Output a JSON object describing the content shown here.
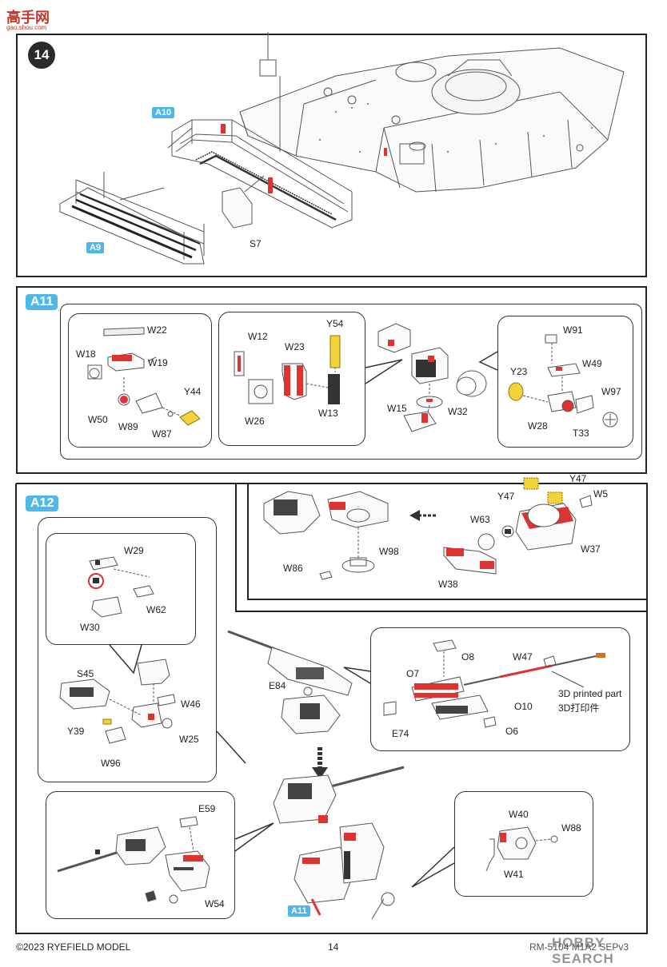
{
  "header": {
    "logo_text": "高手网",
    "logo_sub": "gao.shou.com"
  },
  "step14": {
    "number": "14",
    "labels": {
      "a10": "A10",
      "a9": "A9",
      "s7": "S7"
    }
  },
  "a11": {
    "title": "A11",
    "box1": {
      "w22": "W22",
      "w18": "W18",
      "w19": "W19",
      "y44": "Y44",
      "w50": "W50",
      "w89": "W89",
      "w87": "W87"
    },
    "box2": {
      "w12": "W12",
      "w23": "W23",
      "y54": "Y54",
      "w26": "W26",
      "w13": "W13"
    },
    "mid": {
      "w15": "W15",
      "w32": "W32"
    },
    "box3": {
      "w91": "W91",
      "y23": "Y23",
      "w49": "W49",
      "w97": "W97",
      "w28": "W28",
      "t33": "T33"
    }
  },
  "a12": {
    "title": "A12",
    "top": {
      "y47a": "Y47",
      "y47b": "Y47",
      "w5": "W5",
      "w63": "W63",
      "w37": "W37",
      "w38": "W38",
      "w86": "W86",
      "w98": "W98"
    },
    "box_a": {
      "w29": "W29",
      "w62": "W62",
      "w30": "W30"
    },
    "box_b": {
      "s45": "S45",
      "w46": "W46",
      "y39": "Y39",
      "w25": "W25",
      "w96": "W96"
    },
    "center": {
      "e84": "E84",
      "a11": "A11"
    },
    "box_c": {
      "o8": "O8",
      "o7": "O7",
      "w47": "W47",
      "printed": "3D printed part",
      "printed_cn": "3D打印件",
      "o10": "O10",
      "e74": "E74",
      "o6": "O6"
    },
    "box_d": {
      "e59": "E59",
      "w54": "W54"
    },
    "box_e": {
      "w40": "W40",
      "w88": "W88",
      "w41": "W41"
    }
  },
  "footer": {
    "copyright": "©2023 RYEFIELD MODEL",
    "page": "14",
    "code": "RM-5104 M1A2 SEPv3",
    "watermark": "HOBBY SEARCH"
  }
}
